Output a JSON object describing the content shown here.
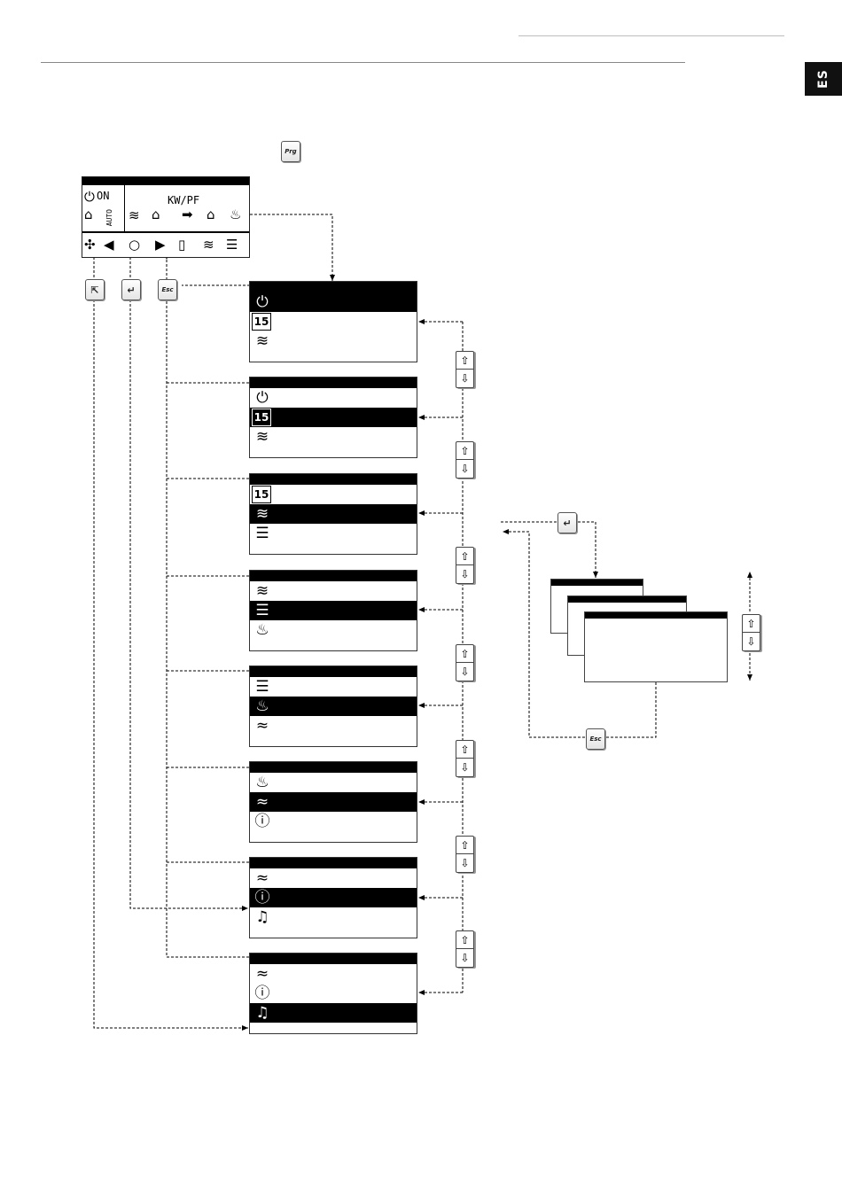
{
  "header": {
    "lang_tab": "ES"
  },
  "keys": {
    "prg": "Prg",
    "esc": "Esc",
    "enter_icon": "enter-arrow-icon",
    "cursor_icon": "cursor-icon",
    "up_icon": "up-arrow-icon",
    "down_icon": "down-arrow-icon"
  },
  "main_screen": {
    "status_text": "ON",
    "auto_text": "AUTO",
    "power_text": "KW/PF"
  },
  "menu_screens": [
    {
      "rows": [
        "power-icon",
        "calendar-15-icon",
        "heating-icon"
      ],
      "selected": 0
    },
    {
      "rows": [
        "power-icon",
        "calendar-15-icon",
        "heating-icon"
      ],
      "selected": 1
    },
    {
      "rows": [
        "calendar-15-icon",
        "heating-icon",
        "radiant-panel-icon"
      ],
      "selected": 1
    },
    {
      "rows": [
        "heating-icon",
        "radiant-panel-icon",
        "shower-icon"
      ],
      "selected": 1
    },
    {
      "rows": [
        "radiant-panel-icon",
        "shower-icon",
        "pool-icon"
      ],
      "selected": 1
    },
    {
      "rows": [
        "shower-icon",
        "pool-icon",
        "info-icon"
      ],
      "selected": 1
    },
    {
      "rows": [
        "pool-icon",
        "info-icon",
        "bell-icon"
      ],
      "selected": 1
    },
    {
      "rows": [
        "pool-icon",
        "info-icon",
        "bell-icon"
      ],
      "selected": 2
    }
  ]
}
